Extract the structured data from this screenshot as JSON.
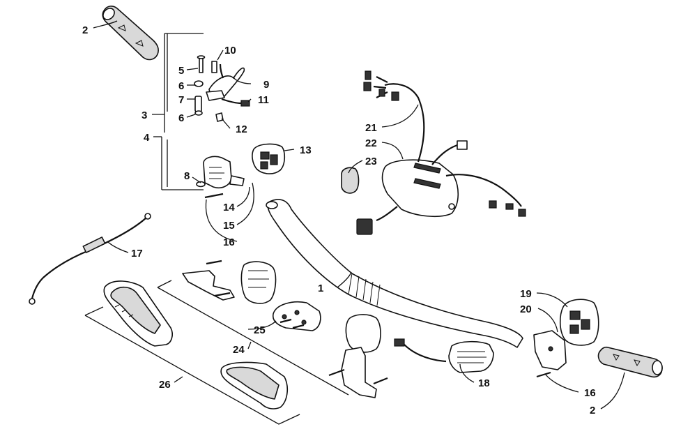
{
  "labels": {
    "p1": "1",
    "p2a": "2",
    "p2b": "2",
    "p3": "3",
    "p4": "4",
    "p5": "5",
    "p6a": "6",
    "p6b": "6",
    "p7": "7",
    "p8": "8",
    "p9": "9",
    "p10": "10",
    "p11": "11",
    "p12": "12",
    "p13": "13",
    "p14": "14",
    "p15": "15",
    "p16a": "16",
    "p16b": "16",
    "p17": "17",
    "p18": "18",
    "p19": "19",
    "p20": "20",
    "p21": "21",
    "p22": "22",
    "p23": "23",
    "p24": "24",
    "p25": "25",
    "p26": "26"
  },
  "colors": {
    "ink": "#111111",
    "background": "#ffffff",
    "shade": "#d9d9d9"
  }
}
